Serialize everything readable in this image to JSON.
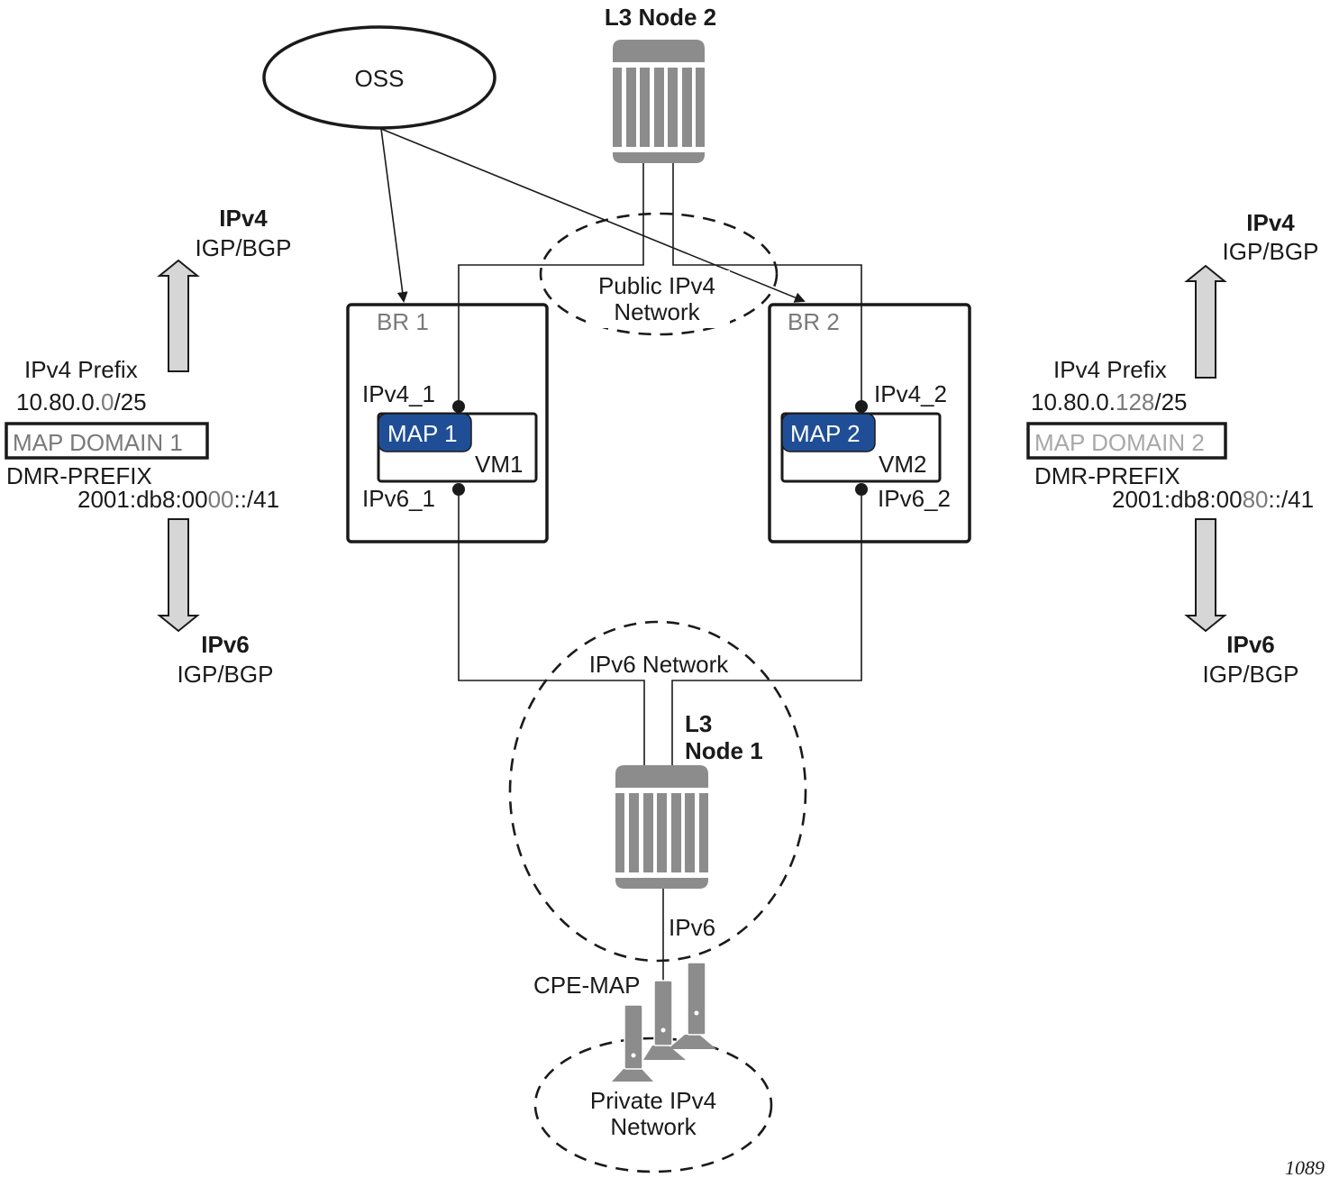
{
  "figure_number": "1089",
  "colors": {
    "map_fill": "#1f4e96",
    "node_grey": "#8c8c8c",
    "arrow_fill": "#d6d6d6",
    "highlight_text": "#7a7a7a"
  },
  "oss": {
    "label": "OSS"
  },
  "l3_node_2": {
    "label": "L3 Node 2",
    "icon": "router-icon"
  },
  "l3_node_1": {
    "label_line1": "L3",
    "label_line2": "Node 1",
    "icon": "router-icon"
  },
  "public_ipv4": {
    "line1": "Public IPv4",
    "line2": "Network"
  },
  "ipv6_network": {
    "label": "IPv6 Network"
  },
  "private_ipv4": {
    "line1": "Private IPv4",
    "line2": "Network"
  },
  "cpe": {
    "label": "CPE-MAP",
    "link_label": "IPv6",
    "icon": "cpe-device-icon"
  },
  "br1": {
    "label": "BR 1",
    "ipv4_port": "IPv4_1",
    "ipv6_port": "IPv6_1",
    "map": "MAP 1",
    "vm": "VM1"
  },
  "br2": {
    "label": "BR 2",
    "ipv4_port": "IPv4_2",
    "ipv6_port": "IPv6_2",
    "map": "MAP 2",
    "vm": "VM2"
  },
  "domain1": {
    "ipv4_title": "IPv4",
    "ipv4_proto": "IGP/BGP",
    "prefix_label": "IPv4 Prefix",
    "prefix_base": "10.80.0.",
    "prefix_var": "0",
    "prefix_len": "/25",
    "domain_name": "MAP DOMAIN 1",
    "dmr_label": "DMR-PREFIX",
    "dmr_base": "2001:db8:00",
    "dmr_var": "00",
    "dmr_tail": "::/41",
    "ipv6_title": "IPv6",
    "ipv6_proto": "IGP/BGP"
  },
  "domain2": {
    "ipv4_title": "IPv4",
    "ipv4_proto": "IGP/BGP",
    "prefix_label": "IPv4 Prefix",
    "prefix_base": "10.80.0.",
    "prefix_var": "128",
    "prefix_len": "/25",
    "domain_name": "MAP DOMAIN 2",
    "dmr_label": "DMR-PREFIX",
    "dmr_base": "2001:db8:00",
    "dmr_var": "80",
    "dmr_tail": "::/41",
    "ipv6_title": "IPv6",
    "ipv6_proto": "IGP/BGP"
  }
}
